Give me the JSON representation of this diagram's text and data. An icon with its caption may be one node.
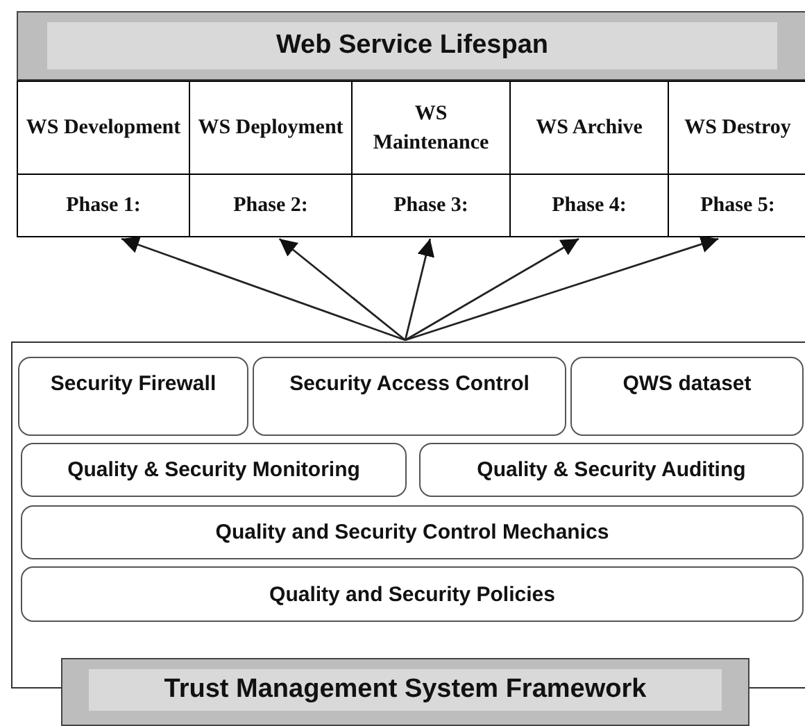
{
  "diagram": {
    "nodes": [
      {
        "text": [
          "Web Service Lifespan"
        ]
      },
      {
        "text": [
          "WS Development",
          "Phase 1:"
        ]
      },
      {
        "text": [
          "WS Deployment",
          "Phase 2:"
        ]
      },
      {
        "text": [
          "WS Maintenance",
          "Phase 3:"
        ]
      },
      {
        "text": [
          "WS Archive",
          "Phase 4:"
        ]
      },
      {
        "text": [
          "WS Destroy",
          "Phase 5:"
        ]
      },
      {
        "text": [
          "Trust Management System Framework"
        ]
      },
      {
        "text": [
          "Security Firewall"
        ],
        "in": 6
      },
      {
        "text": [
          "Security Access Control"
        ],
        "in": 6
      },
      {
        "text": [
          "QWS dataset"
        ],
        "in": 6
      },
      {
        "text": [
          "Quality & Security Monitoring"
        ],
        "in": 6
      },
      {
        "text": [
          "Quality & Security Auditing"
        ],
        "in": 6
      },
      {
        "text": [
          "Quality and Security Control Mechanics"
        ],
        "in": 6
      },
      {
        "text": [
          "Quality and Security Policies"
        ],
        "in": 6
      }
    ],
    "edges": [
      {
        "from": 6,
        "to": 1,
        "arrow": "to"
      },
      {
        "from": 6,
        "to": 2,
        "arrow": "to"
      },
      {
        "from": 6,
        "to": 3,
        "arrow": "to"
      },
      {
        "from": 6,
        "to": 4,
        "arrow": "to"
      },
      {
        "from": 6,
        "to": 5,
        "arrow": "to"
      }
    ]
  }
}
